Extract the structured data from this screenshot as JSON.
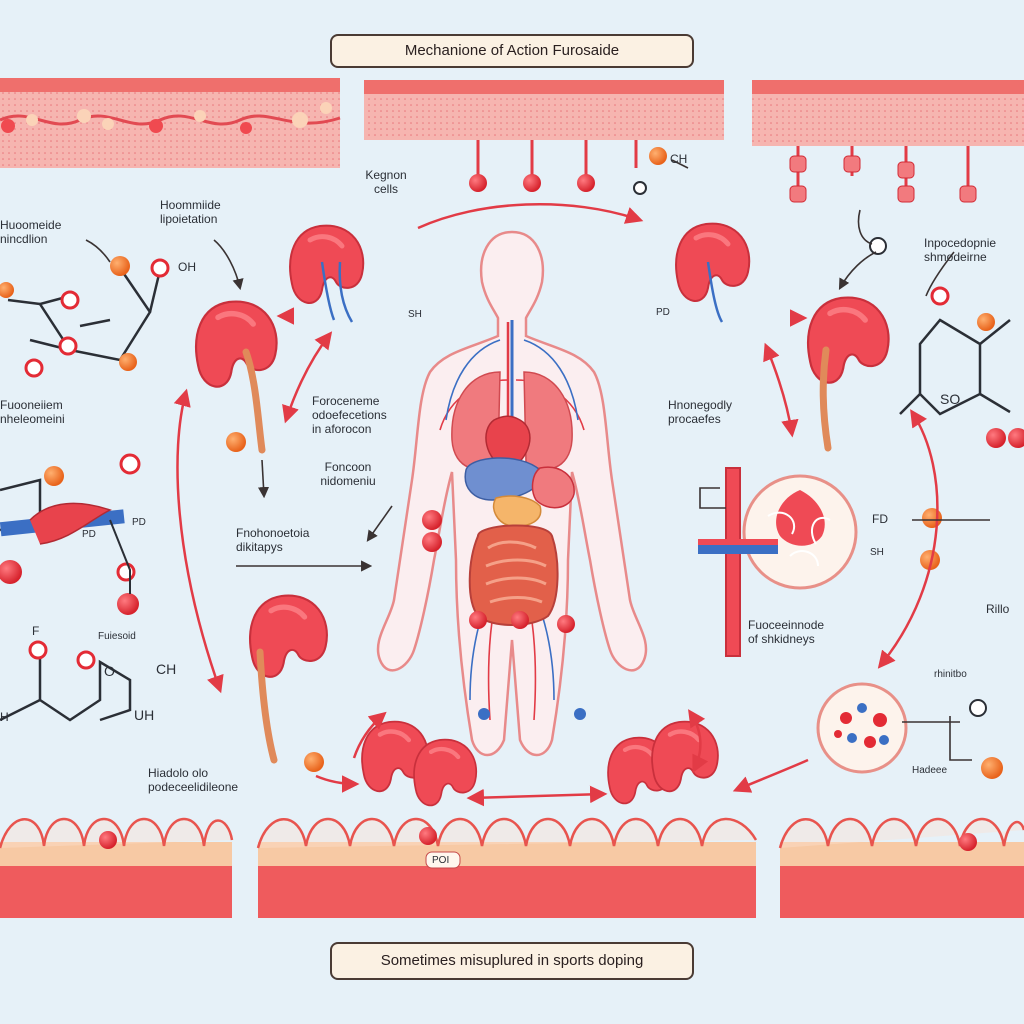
{
  "title": "Mechanione of Action Furosaide",
  "footer": "Sometimes misuplured in sports doping",
  "labels": {
    "kidney_cells": "Kegnon\ncells",
    "top_left_label": "Hoommiide\nlipoietation",
    "left_upper_label": "Huoomeide\nnincdlion",
    "left_mid_label": "Fuooneiiem\nnheleomeini",
    "left_lower_label": "Fuiesoid",
    "center_left_label": "Foroceneme\nodoefecetions\nin aforocon",
    "center_lower_label": "Foncoon\nnidomeniu",
    "mid_left_label": "Fnohonoetoia\ndikitapys",
    "bottom_left_label": "Hiadolo olo\npodeceelidileone",
    "right_center_label": "Hnonegodly\nprocaefes",
    "right_upper_label": "Inpocedopnie\nshmodeirne",
    "right_lower_label": "Fuoceeinnode\nof shkidneys",
    "right_edge_label": "Rillo",
    "right_small_1": "rhinitbo",
    "right_small_2": "Hadeee",
    "bottom_caption": "POI"
  },
  "chem": {
    "oh_top": "OH",
    "ch_top_right": "CH",
    "so": "SO",
    "ch_left": "CH",
    "uh_left": "UH",
    "f_left": "F",
    "o_left": "O",
    "h_left": "H"
  },
  "tags": {
    "sh_left": "SH",
    "pd_right": "PD",
    "fd_right": "FD",
    "sh_right": "SH",
    "pd_left1": "PD",
    "pd_left2": "PD"
  },
  "colors": {
    "background": "#e6f1f8",
    "kidney": "#ef4a55",
    "kidney_dark": "#c9303c",
    "arrow": "#e23b46",
    "membrane": "#f08a84",
    "membrane_dark": "#e24a52",
    "dot_orange": "#f0731f",
    "dot_red": "#e32b35",
    "body_outline": "#e88a8a",
    "vein": "#3b6fc4",
    "lung": "#f07a7e",
    "liver": "#6f8fd0",
    "intestine": "#e2604a",
    "ink": "#2b2f36"
  }
}
